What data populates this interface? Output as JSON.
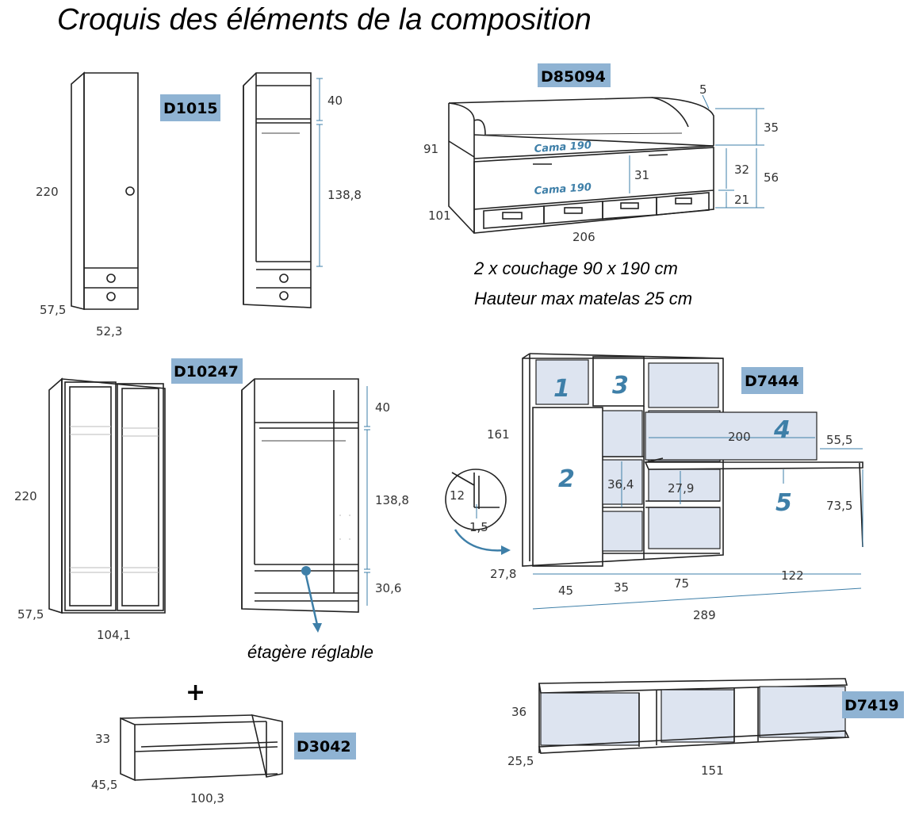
{
  "title": "Croquis des éléments de la composition",
  "colors": {
    "code_badge": "#8fb3d3",
    "dimension_line": "#3e7fa8",
    "panel_fill": "#dde4f0",
    "number_label": "#3e7fa8",
    "outline": "#222222"
  },
  "icons": {
    "plus": "+",
    "pointer_arrow": "arrow-down-right"
  },
  "wardrobe_d1015": {
    "code": "D1015",
    "height": "220",
    "interior_top": "40",
    "interior_main": "138,8",
    "depth": "57,5",
    "width": "52,3"
  },
  "bed_d85094": {
    "code": "D85094",
    "back_thickness": "5",
    "height_headboard": "35",
    "total_height": "91",
    "upper_bed": "32",
    "lower_bed": "21",
    "side_height": "56",
    "inner_clearance": "31",
    "depth": "101",
    "length": "206",
    "mattress_mark": "Cama 190",
    "note_line1": "2 x couchage 90 x 190 cm",
    "note_line2": "Hauteur max matelas 25 cm"
  },
  "wardrobe_d10247": {
    "code": "D10247",
    "height": "220",
    "interior_top": "40",
    "interior_main": "138,8",
    "interior_bottom": "30,6",
    "depth": "57,5",
    "width": "104,1",
    "shelf_note": "étagère réglable"
  },
  "desk_d7444": {
    "code": "D7444",
    "height": "161",
    "desk_width": "200",
    "desk_overhang": "55,5",
    "shelf_gap_1": "36,4",
    "shelf_gap_2": "27,9",
    "desk_height": "73,5",
    "panel_thickness": "12",
    "edge_detail": "1,5",
    "depth": "27,8",
    "width_a": "45",
    "width_b": "35",
    "width_c": "75",
    "width_d": "122",
    "total_width": "289",
    "labels": [
      "1",
      "2",
      "3",
      "4",
      "5"
    ]
  },
  "drawer_d3042": {
    "code": "D3042",
    "plus": "+",
    "height": "33",
    "depth": "45,5",
    "width": "100,3"
  },
  "shelf_d7419": {
    "code": "D7419",
    "height": "36",
    "depth": "25,5",
    "width": "151"
  }
}
